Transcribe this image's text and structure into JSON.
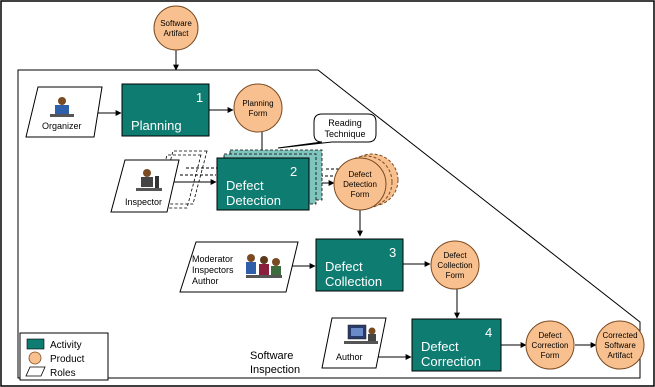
{
  "nodes": {
    "software_artifact": [
      "Software",
      "Artifact"
    ],
    "planning_form": [
      "Planning",
      "Form"
    ],
    "defect_detection_form": [
      "Defect",
      "Detection",
      "Form"
    ],
    "defect_collection_form": [
      "Defect",
      "Collection",
      "Form"
    ],
    "defect_correction_form": [
      "Defect",
      "Correction",
      "Form"
    ],
    "corrected_software_artifact": [
      "Corrected",
      "Software",
      "Artifact"
    ]
  },
  "activities": {
    "planning": {
      "number": "1",
      "label": [
        "Planning"
      ]
    },
    "detection": {
      "number": "2",
      "label": [
        "Defect",
        "Detection"
      ]
    },
    "collection": {
      "number": "3",
      "label": [
        "Defect",
        "Collection"
      ]
    },
    "correction": {
      "number": "4",
      "label": [
        "Defect",
        "Correction"
      ]
    }
  },
  "roles": {
    "organizer": [
      "Organizer"
    ],
    "inspector": [
      "Inspector"
    ],
    "moderator_group": [
      "Moderator",
      "Inspectors",
      "Author"
    ],
    "author": [
      "Author"
    ]
  },
  "callout": [
    "Reading",
    "Technique"
  ],
  "region_label": [
    "Software",
    "Inspection"
  ],
  "legend": {
    "activity": "Activity",
    "product": "Product",
    "roles": "Roles"
  },
  "colors": {
    "activity": "#0f7c72",
    "activity_shadow": "#7fc4bd",
    "product": "#f8c08e",
    "product_stroke": "#7a4a22",
    "line": "#000000"
  },
  "icons": [
    "person-at-desk-icon",
    "person-with-microscope-icon",
    "group-meeting-icon",
    "person-at-computer-icon"
  ]
}
